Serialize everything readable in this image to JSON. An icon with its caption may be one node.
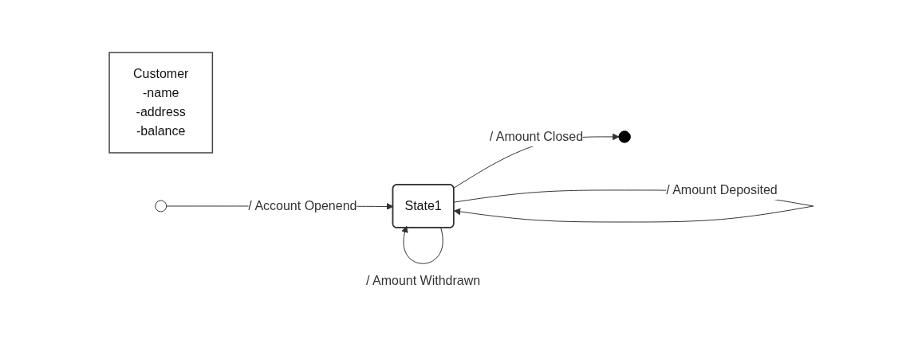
{
  "diagram": {
    "nodes": [
      {
        "text": [
          "Customer",
          "-name",
          "-address",
          "-balance"
        ]
      },
      {
        "text": [],
        "shape": "circle"
      },
      {
        "text": [
          "State1"
        ]
      },
      {
        "text": [],
        "shape": "circle"
      }
    ],
    "edges": [
      {
        "from": 1,
        "to": 2,
        "arrow": "to",
        "label": "/ Account Openend"
      },
      {
        "from": 2,
        "to": 2,
        "arrow": "to",
        "label": "/ Amount Deposited"
      },
      {
        "from": 2,
        "to": 2,
        "arrow": "to",
        "label": "/ Amount Withdrawn"
      },
      {
        "from": 2,
        "to": 3,
        "arrow": "to",
        "label": "/ Amount Closed"
      }
    ]
  }
}
